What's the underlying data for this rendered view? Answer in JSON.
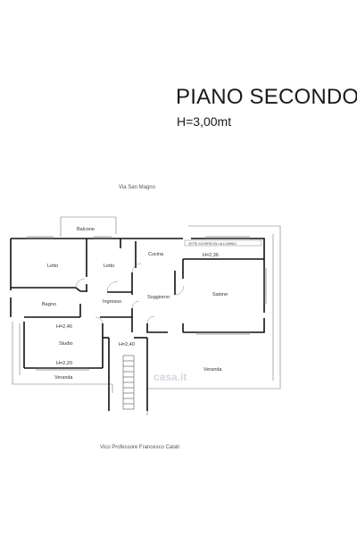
{
  "header": {
    "title": "PIANO SECONDO",
    "height": "H=3,00mt"
  },
  "streets": {
    "top": "Via San Magno",
    "bottom": "Vico Professore Francesco Calati"
  },
  "rooms": {
    "balcone": "Balcone",
    "letto_1": "Letto",
    "letto_2": "Letto",
    "cucina": "Cucina",
    "salone": "Salone",
    "bagno": "Bagno",
    "ingresso": "Ingresso",
    "soggiorno": "Soggiorno",
    "studio": "Studio",
    "veranda_left": "Veranda",
    "veranda_right": "Veranda"
  },
  "heights": {
    "salone": "H=2,36",
    "studio_top": "H=2,46",
    "studio_bottom": "H=2,20",
    "corridor": "H=2,40"
  },
  "notes": {
    "cucina_strip": "VETRI SCORREVOLI ALLUMINIO"
  },
  "watermark": "casa.it"
}
